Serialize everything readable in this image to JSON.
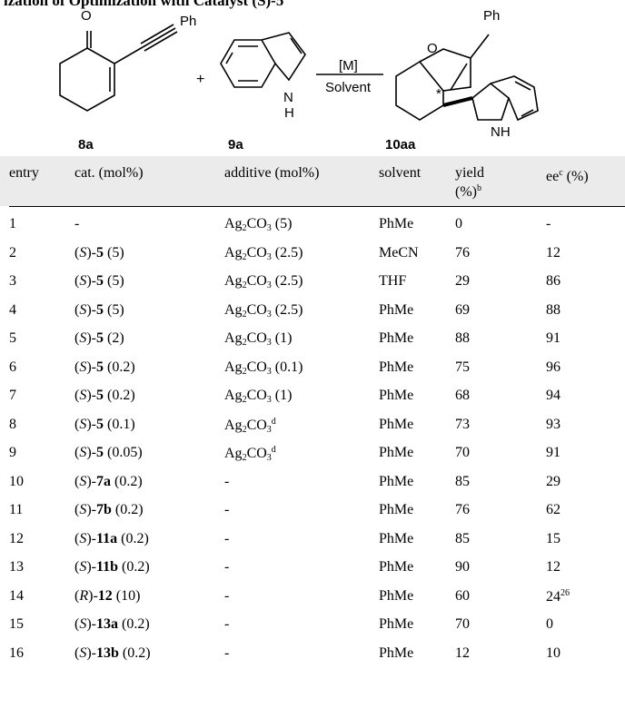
{
  "title_fragment": "ization of Optimization with Catalyst (S)-5",
  "scheme": {
    "ph_label": "Ph",
    "o_label": "O",
    "nh_label_indole": "N",
    "h_label_indole": "H",
    "nh_label_product": "NH",
    "plus": "+",
    "reagent_top": "[M]",
    "reagent_bottom": "Solvent",
    "stereo_mark": "*",
    "compound_labels": [
      "8a",
      "9a",
      "10aa"
    ]
  },
  "table": {
    "headers": {
      "entry": "entry",
      "catalyst": "cat. (mol%)",
      "additive": "additive (mol%)",
      "solvent": "solvent",
      "yield": "yield",
      "yield_unit": "(%)",
      "yield_note": "b",
      "ee": "ee",
      "ee_note": "c",
      "ee_unit": " (%)"
    },
    "rows": [
      {
        "entry": "1",
        "cat_pre": "",
        "cat_bold": "",
        "cat_post": "-",
        "additive": "Ag2CO3 (5)",
        "solvent": "PhMe",
        "yield": "0",
        "ee": "-"
      },
      {
        "entry": "2",
        "cat_pre": "(S)-",
        "cat_bold": "5",
        "cat_post": " (5)",
        "additive": "Ag2CO3 (2.5)",
        "solvent": "MeCN",
        "yield": "76",
        "ee": "12"
      },
      {
        "entry": "3",
        "cat_pre": "(S)-",
        "cat_bold": "5",
        "cat_post": " (5)",
        "additive": "Ag2CO3 (2.5)",
        "solvent": "THF",
        "yield": "29",
        "ee": "86"
      },
      {
        "entry": "4",
        "cat_pre": "(S)-",
        "cat_bold": "5",
        "cat_post": " (5)",
        "additive": "Ag2CO3 (2.5)",
        "solvent": "PhMe",
        "yield": "69",
        "ee": "88"
      },
      {
        "entry": "5",
        "cat_pre": "(S)-",
        "cat_bold": "5",
        "cat_post": " (2)",
        "additive": "Ag2CO3 (1)",
        "solvent": "PhMe",
        "yield": "88",
        "ee": "91"
      },
      {
        "entry": "6",
        "cat_pre": "(S)-",
        "cat_bold": "5",
        "cat_post": " (0.2)",
        "additive": "Ag2CO3 (0.1)",
        "solvent": "PhMe",
        "yield": "75",
        "ee": "96"
      },
      {
        "entry": "7",
        "cat_pre": "(S)-",
        "cat_bold": "5",
        "cat_post": " (0.2)",
        "additive": "Ag2CO3 (1)",
        "solvent": "PhMe",
        "yield": "68",
        "ee": "94"
      },
      {
        "entry": "8",
        "cat_pre": "(S)-",
        "cat_bold": "5",
        "cat_post": " (0.1)",
        "additive": "Ag2CO3",
        "additive_note": "d",
        "solvent": "PhMe",
        "yield": "73",
        "ee": "93"
      },
      {
        "entry": "9",
        "cat_pre": "(S)-",
        "cat_bold": "5",
        "cat_post": " (0.05)",
        "additive": "Ag2CO3",
        "additive_note": "d",
        "solvent": "PhMe",
        "yield": "70",
        "ee": "91"
      },
      {
        "entry": "10",
        "cat_pre": "(S)-",
        "cat_bold": "7a",
        "cat_post": " (0.2)",
        "additive": "-",
        "solvent": "PhMe",
        "yield": "85",
        "ee": "29"
      },
      {
        "entry": "11",
        "cat_pre": "(S)-",
        "cat_bold": "7b",
        "cat_post": " (0.2)",
        "additive": "-",
        "solvent": "PhMe",
        "yield": "76",
        "ee": "62"
      },
      {
        "entry": "12",
        "cat_pre": "(S)-",
        "cat_bold": "11a",
        "cat_post": " (0.2)",
        "additive": "-",
        "solvent": "PhMe",
        "yield": "85",
        "ee": "15"
      },
      {
        "entry": "13",
        "cat_pre": "(S)-",
        "cat_bold": "11b",
        "cat_post": " (0.2)",
        "additive": "-",
        "solvent": "PhMe",
        "yield": "90",
        "ee": "12"
      },
      {
        "entry": "14",
        "cat_pre": "(R)-",
        "cat_bold": "12",
        "cat_post": " (10)",
        "additive": "-",
        "solvent": "PhMe",
        "yield": "60",
        "ee": "24",
        "ee_note": "26"
      },
      {
        "entry": "15",
        "cat_pre": "(S)-",
        "cat_bold": "13a",
        "cat_post": " (0.2)",
        "additive": "-",
        "solvent": "PhMe",
        "yield": "70",
        "ee": "0"
      },
      {
        "entry": "16",
        "cat_pre": "(S)-",
        "cat_bold": "13b",
        "cat_post": " (0.2)",
        "additive": "-",
        "solvent": "PhMe",
        "yield": "12",
        "ee": "10"
      }
    ]
  }
}
